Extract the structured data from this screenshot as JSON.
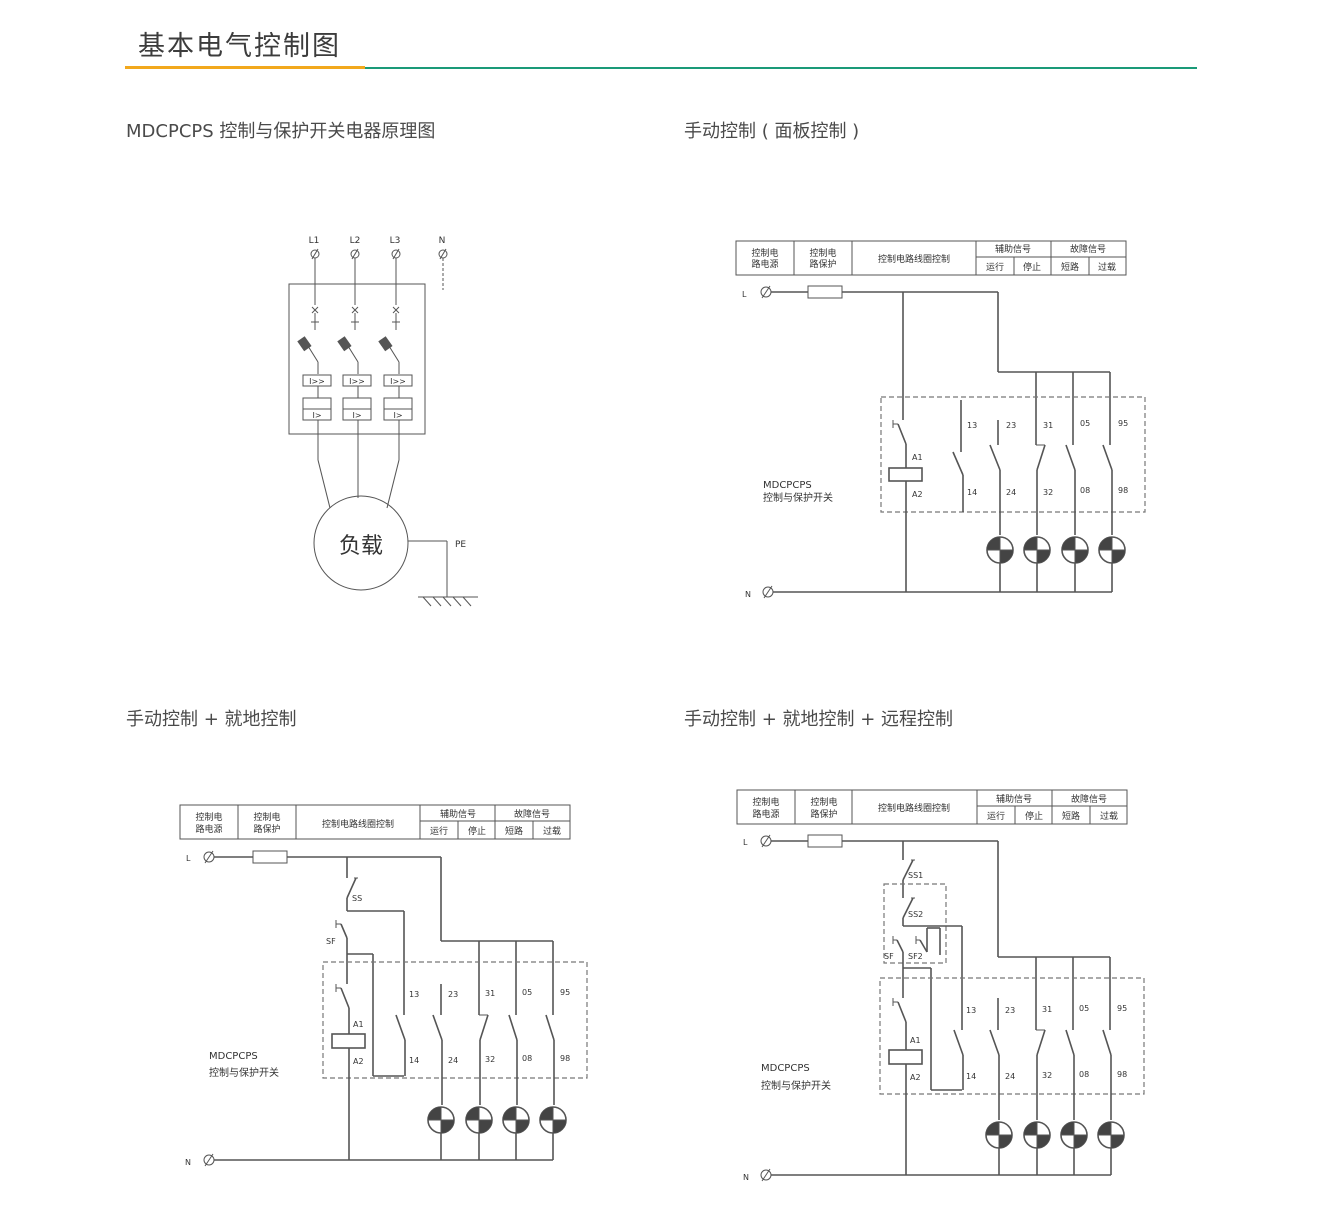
{
  "page": {
    "title": "基本电气控制图",
    "accent_orange": "#f2a81d",
    "accent_green": "#1a9a78"
  },
  "sections": {
    "principle": {
      "title": "MDCPCPS 控制与保护开关电器原理图",
      "phases": [
        "L1",
        "L2",
        "L3",
        "N"
      ],
      "relay_labels": [
        "I>>",
        "I>"
      ],
      "load_label": "负载",
      "pe_label": "PE"
    },
    "manual": {
      "title": "手动控制 ( 面板控制 )"
    },
    "manual_local": {
      "title": "手动控制 + 就地控制"
    },
    "manual_local_remote": {
      "title": "手动控制 + 就地控制 + 远程控制"
    }
  },
  "control_table": {
    "power": [
      "控制电",
      "路电源"
    ],
    "protect": [
      "控制电",
      "路保护"
    ],
    "coil": "控制电路线圈控制",
    "aux": "辅助信号",
    "aux_run": "运行",
    "aux_stop": "停止",
    "fault": "故障信号",
    "fault_short": "短路",
    "fault_over": "过载"
  },
  "circuit": {
    "line": "L",
    "neutral": "N",
    "device_name": "MDCPCPS",
    "device_desc": "控制与保护开关",
    "coil_a1": "A1",
    "coil_a2": "A2",
    "top_terminals": [
      "13",
      "23",
      "31",
      "05",
      "95"
    ],
    "bottom_terminals": [
      "14",
      "24",
      "32",
      "08",
      "98"
    ],
    "ss": "SS",
    "sf": "SF",
    "ss1": "SS1",
    "ss2": "SS2",
    "sf2": "SF2"
  }
}
